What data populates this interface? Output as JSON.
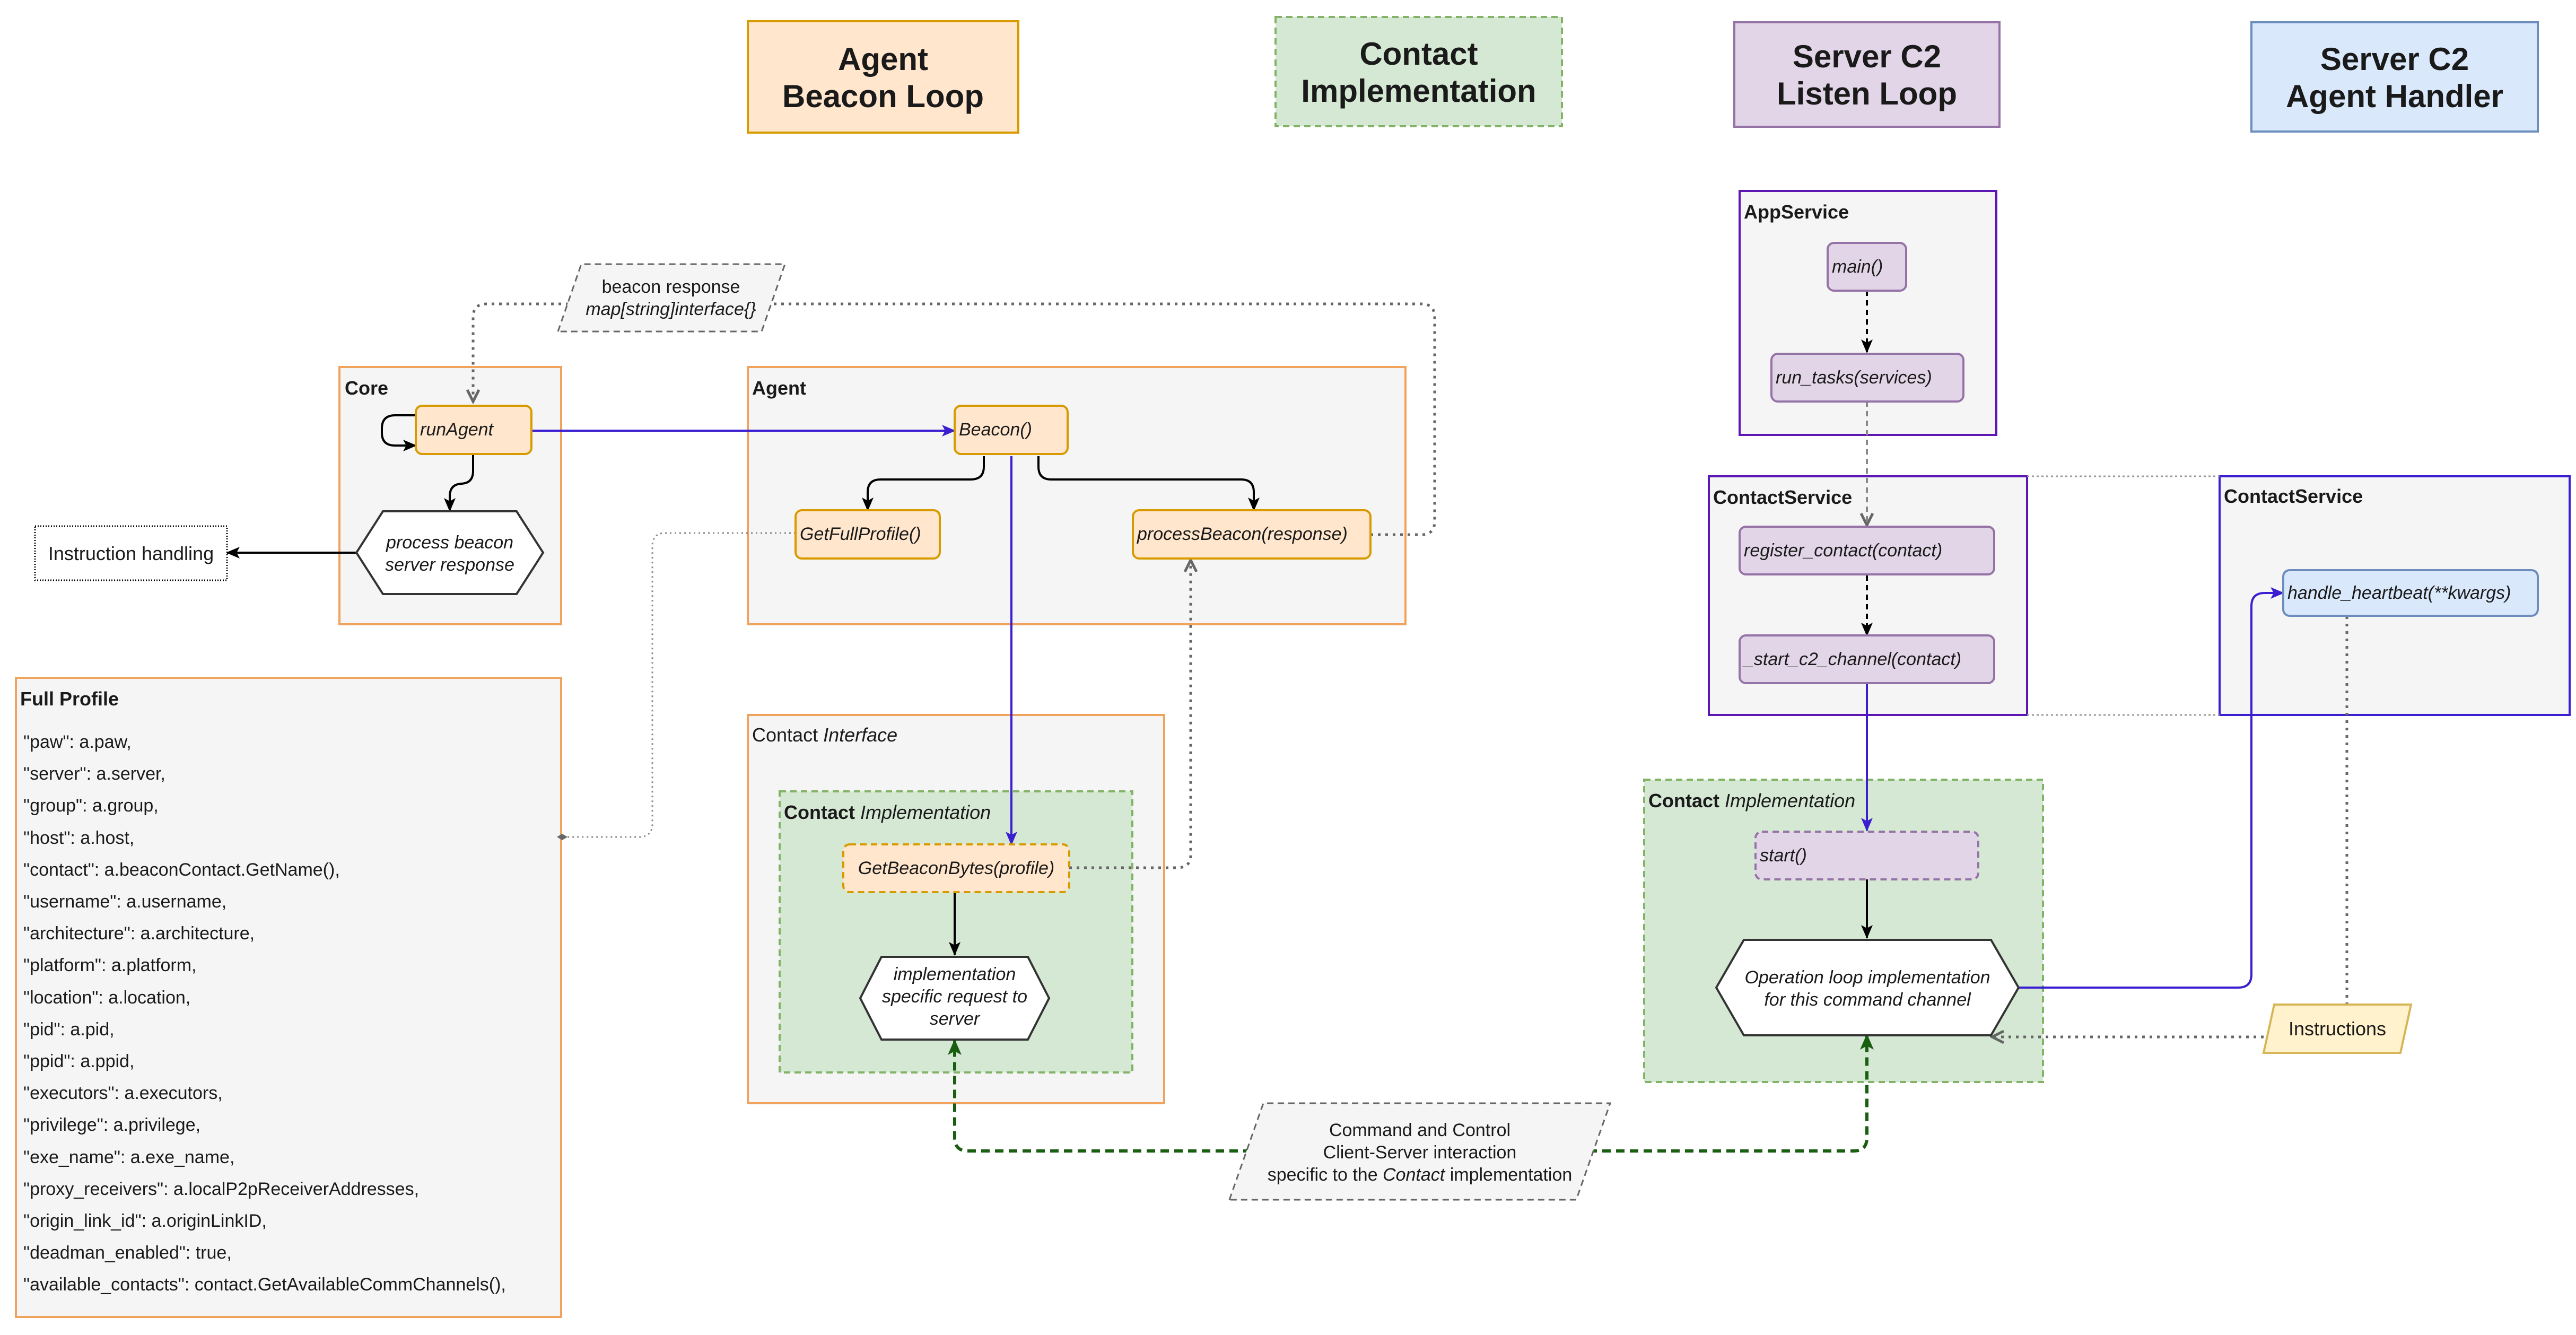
{
  "headers": {
    "agent_beacon_loop": [
      "Agent",
      "Beacon Loop"
    ],
    "contact_implementation": [
      "Contact",
      "Implementation"
    ],
    "server_listen_loop": [
      "Server C2",
      "Listen Loop"
    ],
    "server_agent_handler": [
      "Server C2",
      "Agent Handler"
    ]
  },
  "containers": {
    "core": "Core",
    "agent": "Agent",
    "contact_interface": {
      "bold": "Contact",
      "rest": "Interface"
    },
    "contact_impl_agent": {
      "bold": "Contact",
      "rest": "Implementation"
    },
    "app_service": "AppService",
    "contact_service_left": "ContactService",
    "contact_service_right": "ContactService",
    "contact_impl_server": {
      "bold": "Contact",
      "rest": "Implementation"
    },
    "full_profile": "Full Profile"
  },
  "nodes": {
    "run_agent": "runAgent",
    "beacon": "Beacon()",
    "get_full_profile": "GetFullProfile()",
    "process_beacon": "processBeacon(response)",
    "process_beacon_server_response": [
      "process beacon",
      "server response"
    ],
    "instruction_handling": "Instruction handling",
    "get_beacon_bytes": "GetBeaconBytes(profile)",
    "implementation_request": [
      "implementation",
      "specific request to",
      "server"
    ],
    "main": "main()",
    "run_tasks": "run_tasks(services)",
    "register_contact": "register_contact(contact)",
    "start_c2_channel": "_start_c2_channel(contact)",
    "handle_heartbeat": "handle_heartbeat(**kwargs)",
    "start": "start()",
    "operation_loop": [
      "Operation loop implementation",
      "for this command channel"
    ],
    "instructions": "Instructions"
  },
  "annotations": {
    "beacon_response": {
      "line1": "beacon response",
      "line2": "map[string]interface{}"
    },
    "c2_interaction": {
      "line1": "Command and Control",
      "line2": "Client-Server interaction",
      "line3_pre": "specific to the ",
      "line3_ital": "Contact",
      "line3_post": " implementation"
    }
  },
  "full_profile_fields": [
    "\"paw\": a.paw,",
    "\"server\": a.server,",
    "\"group\": a.group,",
    "\"host\": a.host,",
    "\"contact\": a.beaconContact.GetName(),",
    "\"username\": a.username,",
    "\"architecture\": a.architecture,",
    "\"platform\": a.platform,",
    "\"location\": a.location,",
    "\"pid\": a.pid,",
    "\"ppid\": a.ppid,",
    "\"executors\": a.executors,",
    "\"privilege\": a.privilege,",
    "\"exe_name\": a.exe_name,",
    "\"proxy_receivers\": a.localP2pReceiverAddresses,",
    "\"origin_link_id\": a.originLinkID,",
    "\"deadman_enabled\": true,",
    "\"available_contacts\": contact.GetAvailableCommChannels(),"
  ],
  "colors": {
    "orange_fill": "#ffe6cc",
    "orange_stroke": "#d79b00",
    "container_orange_stroke": "#f0a35c",
    "green_fill": "#d5e8d4",
    "green_stroke": "#82b366",
    "purple_fill": "#e1d5e7",
    "purple_stroke": "#9673a6",
    "blue_fill": "#dae8fc",
    "blue_stroke": "#6c8ebf",
    "yellow_fill": "#fff2cc",
    "yellow_stroke": "#d6b656",
    "grey_fill": "#f5f5f5",
    "grey_stroke": "#666666",
    "flow_blue": "#3a1fd1",
    "flow_green": "#1a5e12",
    "container_purple_stroke": "#5d16b3"
  }
}
